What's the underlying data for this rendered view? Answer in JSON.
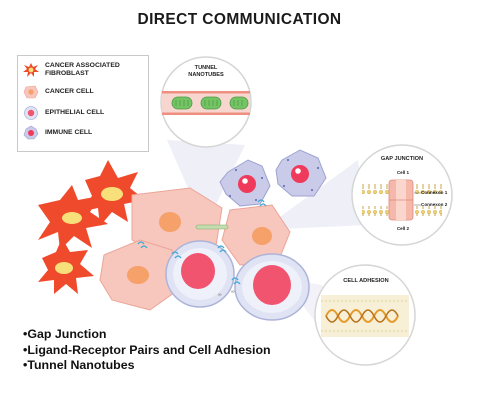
{
  "title": "DIRECT COMMUNICATION",
  "legend": {
    "items": [
      {
        "label": "CANCER ASSOCIATED FIBROBLAST",
        "icon": "fibroblast-icon"
      },
      {
        "label": "CANCER CELL",
        "icon": "cancer-cell-icon"
      },
      {
        "label": "EPITHELIAL CELL",
        "icon": "epithelial-cell-icon"
      },
      {
        "label": "IMMUNE CELL",
        "icon": "immune-cell-icon"
      }
    ]
  },
  "zooms": {
    "nanotubes": {
      "title": "TUNNEL NANOTUBES"
    },
    "gap_junction": {
      "title": "GAP JUNCTION",
      "cell1": "Cell 1",
      "cell2": "Cell 2",
      "connexon1": "Connexon 1",
      "connexon2": "Connexon 2"
    },
    "adhesion": {
      "title": "CELL ADHESION"
    }
  },
  "bullets": [
    "•Gap Junction",
    "•Ligand-Receptor Pairs and Cell Adhesion",
    "•Tunnel Nanotubes"
  ],
  "colors": {
    "fibroblast": "#f04a2c",
    "fibroblast_nucleus": "#f7e07a",
    "cancer_cell": "#f7c6bd",
    "cancer_nucleus": "#f6a06a",
    "epithelial_cell": "#dfe3f4",
    "epithelial_nucleus": "#f0546f",
    "immune_cell": "#c9cbe8",
    "immune_nucleus": "#f03a5c",
    "junction": "#3fa9d6",
    "mitochondria": "#74c364",
    "adhesion_strand": "#e59a2c"
  }
}
